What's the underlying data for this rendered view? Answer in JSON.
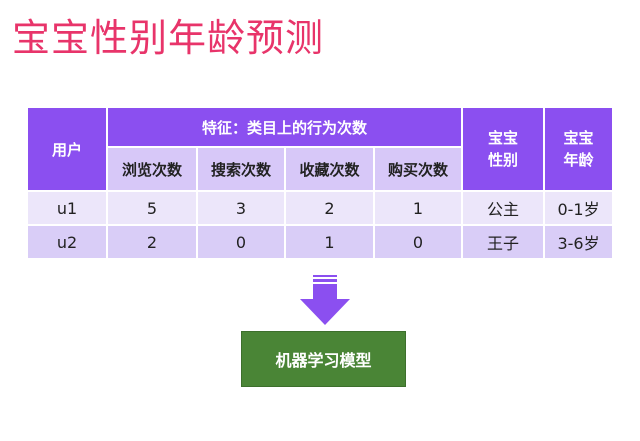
{
  "title": "宝宝性别年龄预测",
  "table": {
    "header": {
      "user": "用户",
      "feature_group": "特征：类目上的行为次数",
      "features": [
        "浏览次数",
        "搜索次数",
        "收藏次数",
        "购买次数"
      ],
      "gender": "宝宝\n性别",
      "age": "宝宝\n年龄"
    },
    "rows": [
      {
        "user": "u1",
        "browse": "5",
        "search": "3",
        "favorite": "2",
        "purchase": "1",
        "gender": "公主",
        "age": "0-1岁"
      },
      {
        "user": "u2",
        "browse": "2",
        "search": "0",
        "favorite": "1",
        "purchase": "0",
        "gender": "王子",
        "age": "3-6岁"
      }
    ]
  },
  "model": {
    "label": "机器学习模型"
  },
  "colors": {
    "title": "#e8346a",
    "header_dark": "#8b4ff0",
    "header_light": "#d7c8f8",
    "row1": "#ece6fa",
    "row2": "#d9cdf7",
    "model_box": "#4a8536",
    "arrow": "#8b4ff0"
  }
}
